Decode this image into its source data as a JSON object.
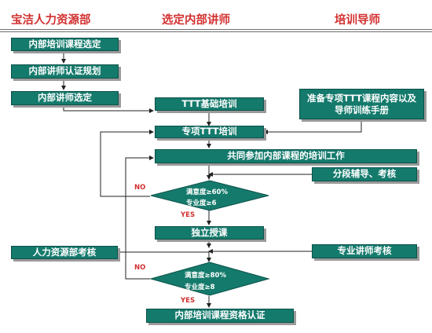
{
  "headers": {
    "col1": "宝洁人力资源部",
    "col2": "选定内部讲师",
    "col3": "培训导师"
  },
  "steps": {
    "course_select": "内部培训课程选定",
    "cert_plan": "内部讲师认证规划",
    "trainer_select": "内部讲师选定",
    "ttt_basic": "TTT基础培训",
    "prepare_materials": "准备专项TTT课程内容以及导师训练手册",
    "ttt_special": "专项TTT培训",
    "joint_work": "共同参加内部课程的培训工作",
    "coaching": "分段辅导、考核",
    "solo_teaching": "独立授课",
    "hr_assessment": "人力资源部考核",
    "expert_assessment": "专业讲师考核",
    "certification": "内部培训课程资格认证"
  },
  "decision1": {
    "line1": "满意度≥60%",
    "line2": "专业度≥6",
    "no": "NO",
    "yes": "YES"
  },
  "decision2": {
    "line1": "满意度≥80%",
    "line2": "专业度≥8",
    "no": "NO",
    "yes": "YES"
  },
  "colors": {
    "box": "#147a6c",
    "header": "#d2302f"
  }
}
